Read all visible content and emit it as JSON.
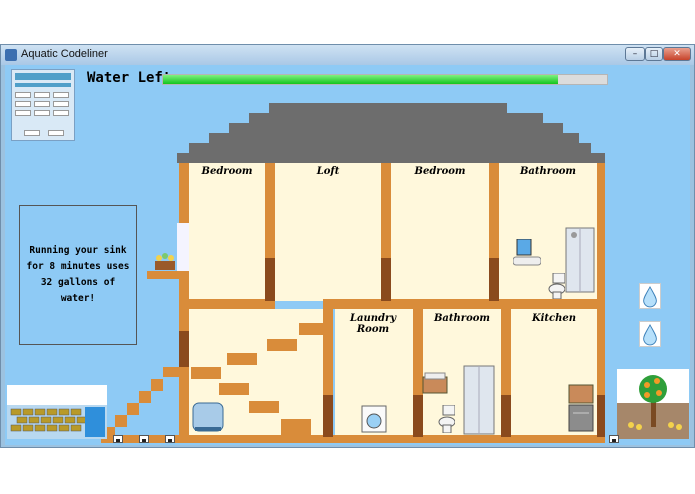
{
  "window": {
    "title": "Aquatic Codeliner",
    "minimize_glyph": "–",
    "maximize_glyph": "□",
    "close_glyph": "✕"
  },
  "water": {
    "label": "Water Left:",
    "remaining_fraction": 0.89
  },
  "info_panel": {
    "message": "Running your sink for 8 minutes uses 32 gallons of water!"
  },
  "rooms": {
    "bedroom_left": "Bedroom",
    "loft": "Loft",
    "bedroom_right": "Bedroom",
    "bathroom_upper": "Bathroom",
    "laundry": "Laundry Room",
    "bathroom_lower": "Bathroom",
    "kitchen": "Kitchen"
  },
  "colors": {
    "sky": "#8ecaf5",
    "wall": "#d98c3a",
    "wall_dark": "#8a4a1d",
    "room": "#fff8dc",
    "roof": "#6d6d6d",
    "progress_fill": "#13c51d"
  },
  "icons": {
    "water_drop_1": "water-drop-icon",
    "water_drop_2": "water-drop-icon"
  }
}
